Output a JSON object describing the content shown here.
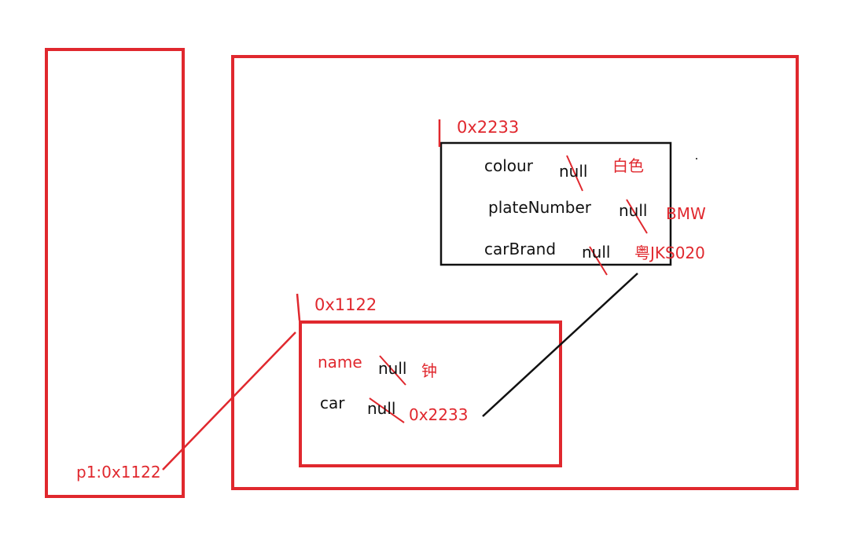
{
  "colors": {
    "red": "#e0282e",
    "black": "#111111"
  },
  "stack": {
    "p1_ref": "p1:0x1122"
  },
  "car_object": {
    "address": "0x2233",
    "fields": [
      {
        "name": "colour",
        "old": "null",
        "new": "白色"
      },
      {
        "name": "plateNumber",
        "old": "null",
        "new": "BMW"
      },
      {
        "name": "carBrand",
        "old": "null",
        "new": "粤JKS020"
      }
    ]
  },
  "person_object": {
    "address": "0x1122",
    "fields": [
      {
        "name": "name",
        "old": "null",
        "new": "钟"
      },
      {
        "name": "car",
        "old": "null",
        "new": "0x2233"
      }
    ]
  }
}
